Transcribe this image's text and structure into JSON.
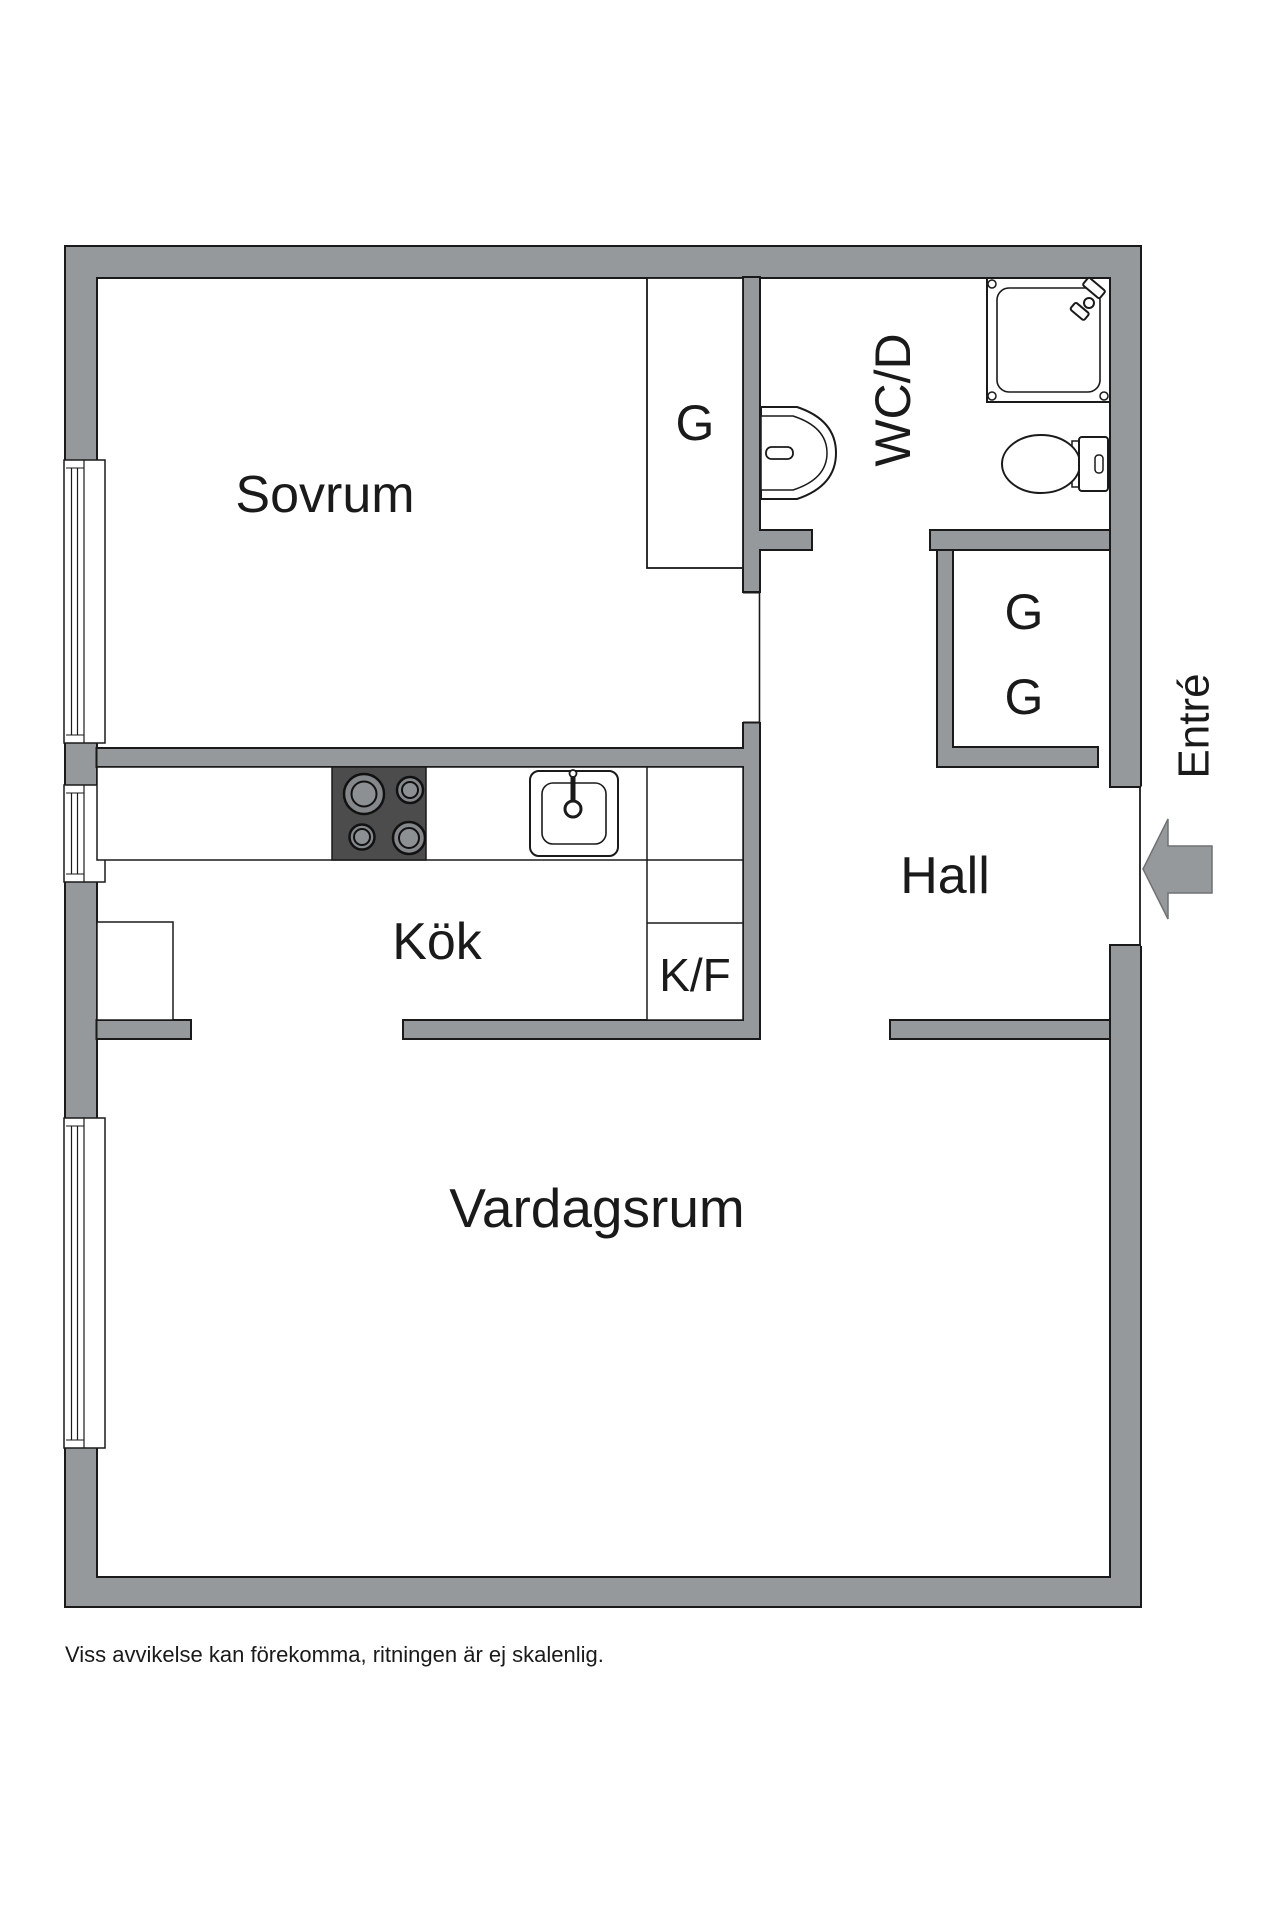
{
  "rooms": {
    "bedroom": {
      "label": "Sovrum"
    },
    "kitchen": {
      "label": "Kök"
    },
    "living_room": {
      "label": "Vardagsrum"
    },
    "hall": {
      "label": "Hall"
    },
    "bathroom": {
      "label": "WC/D"
    }
  },
  "closets": {
    "bedroom_wardrobe": {
      "label": "G"
    },
    "hall_wardrobe_top": {
      "label": "G"
    },
    "hall_wardrobe_bottom": {
      "label": "G"
    }
  },
  "appliances": {
    "fridge_freezer": {
      "label": "K/F"
    }
  },
  "entrance": {
    "label": "Entré"
  },
  "footer": {
    "caption": "Viss avvikelse kan förekomma, ritningen är ej skalenlig."
  },
  "colors": {
    "wall": "#96999B",
    "outline": "#1A1A1A",
    "background": "#FFFFFF",
    "cooktop": "#4C4C4C",
    "burner": "#85888A"
  }
}
